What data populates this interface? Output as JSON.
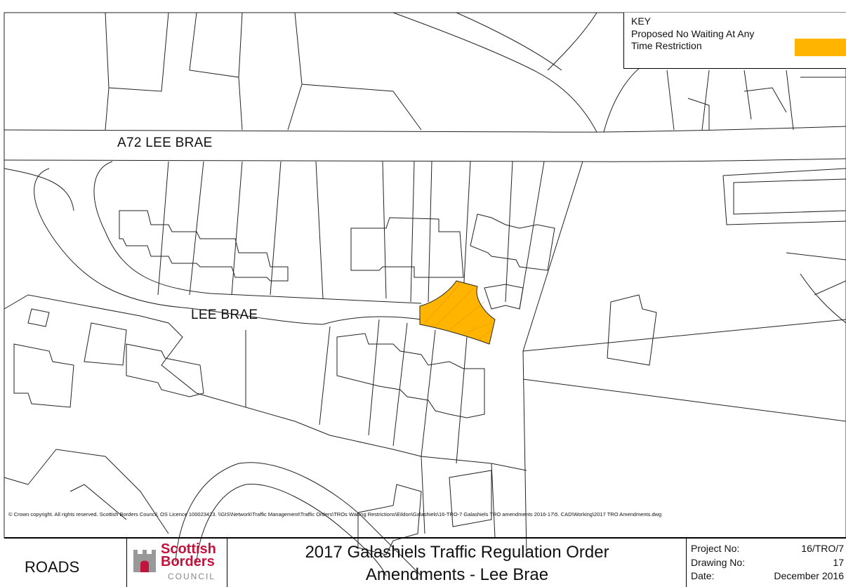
{
  "key": {
    "title": "KEY",
    "label": "Proposed No Waiting At Any Time Restriction",
    "swatch_color": "#ffb400"
  },
  "map": {
    "road_labels": [
      "A72 LEE BRAE",
      "LEE BRAE"
    ],
    "restriction_color": "#ffb400",
    "copyright": "© Crown copyright. All rights reserved. Scottish Borders Council, OS Licence 100023423. \\\\GIS\\Network\\Traffic Management\\Traffic Orders\\TROs Waiting Restrictions\\Eildon\\Galashiels\\16-TRO-7 Galashiels TRO amendments 2016-17\\5. CAD\\Working\\2017 TRO Amendments.dwg"
  },
  "title_block": {
    "department": "ROADS",
    "logo": {
      "line1": "Scottish",
      "line2": "Borders",
      "line3": "COUNCIL",
      "color": "#c0143c"
    },
    "title_line1": "2017 Galashiels Traffic Regulation Order",
    "title_line2": "Amendments - Lee Brae",
    "rows": [
      {
        "label": "Project No:",
        "value": "16/TRO/7"
      },
      {
        "label": "Drawing No:",
        "value": "17"
      },
      {
        "label": "Date:",
        "value": "December 2016"
      }
    ]
  }
}
